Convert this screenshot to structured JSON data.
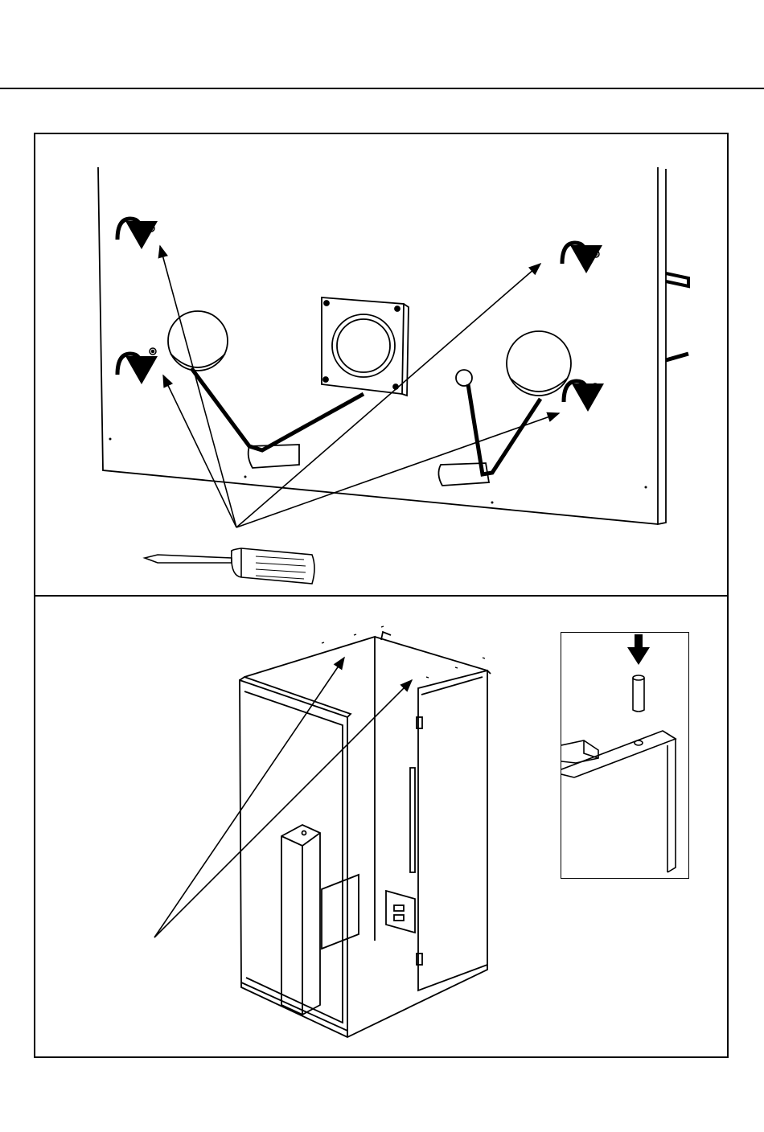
{
  "document": {
    "type": "assembly-instruction-page",
    "steps": [
      {
        "id": "step-remove-screws",
        "icons": [
          "counterclockwise-arrow-icon",
          "screw-icon",
          "screwdriver-icon",
          "duct-pipe-icon",
          "leader-arrow-icon"
        ]
      },
      {
        "id": "step-insert-dowels",
        "icons": [
          "cabinet-icon",
          "dowel-icon",
          "down-arrow-icon",
          "leader-arrow-icon"
        ]
      }
    ],
    "colors": {
      "line": "#000000",
      "background": "#ffffff"
    }
  }
}
